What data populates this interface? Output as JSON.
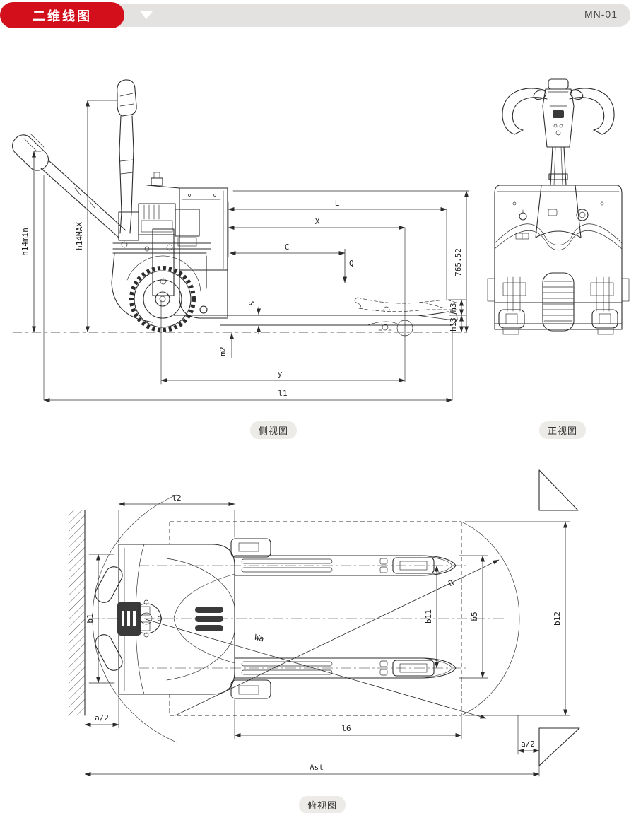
{
  "header": {
    "title": "二维线图",
    "model": "MN-01"
  },
  "views": {
    "side": {
      "caption": "侧视图",
      "dims": {
        "h14min": "h14min",
        "h14max": "h14MAX",
        "L": "L",
        "X": "X",
        "C": "C",
        "Q": "Q",
        "total_height": "765.52",
        "h3": "h3",
        "h13": "h13",
        "s": "S",
        "m2": "m2",
        "y": "y",
        "l1": "l1"
      }
    },
    "front": {
      "caption": "正视图"
    },
    "top": {
      "caption": "俯视图",
      "dims": {
        "l2": "l2",
        "b1": "b1",
        "a2_left": "a/2",
        "wa": "Wa",
        "r": "R",
        "b11": "b11",
        "b5": "b5",
        "b12": "b12",
        "l6": "l6",
        "a2_right": "a/2",
        "ast": "Ast"
      }
    }
  },
  "colors": {
    "accent_red": "#d40f1c",
    "bar_gray": "#e3e2e0",
    "line": "#2b2b2b"
  }
}
